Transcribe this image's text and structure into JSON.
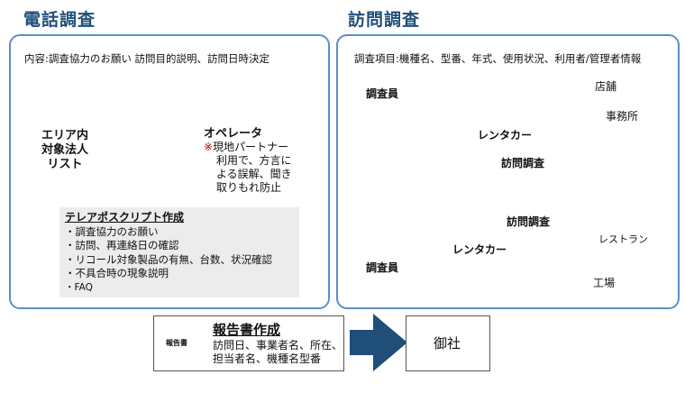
{
  "phone": {
    "title": "電話調査",
    "content": "内容:調査協力のお願い  訪問目的説明、訪問日時決定",
    "list_label": [
      "エリア内",
      "対象法人",
      "リスト"
    ],
    "operator": "オペレータ",
    "note_mark": "※",
    "note_lines": [
      "現地パートナー",
      "利用で、方言に",
      "よる誤解、聞き",
      "取りもれ防止"
    ],
    "script_title": "テレアポスクリプト作成",
    "script_items": [
      "・調査協力のお願い",
      "・訪問、再連絡日の確認",
      "・リコール対象製品の有無、台数、状況確認",
      "・不具合時の現象説明",
      "・FAQ"
    ]
  },
  "visit": {
    "title": "訪問調査",
    "items": "調査項目:機種名、型番、年式、使用状況、利用者/管理者情報",
    "investigator": "調査員",
    "rental_car": "レンタカー",
    "visit_label": "訪問調査",
    "store": "店舗",
    "office": "事務所",
    "restaurant": "レストラン",
    "factory": "工場"
  },
  "report": {
    "doc_label": "報告書",
    "title": "報告書作成",
    "lines": [
      "訪問日、事業者名、所在、",
      "担当者名、機種名型番"
    ]
  },
  "client": {
    "label": "御社"
  },
  "colors": {
    "panel_border": "#5b8fc7",
    "title": "#1f4e79",
    "arrow": "#1f4e79",
    "note_mark": "#c00000"
  }
}
